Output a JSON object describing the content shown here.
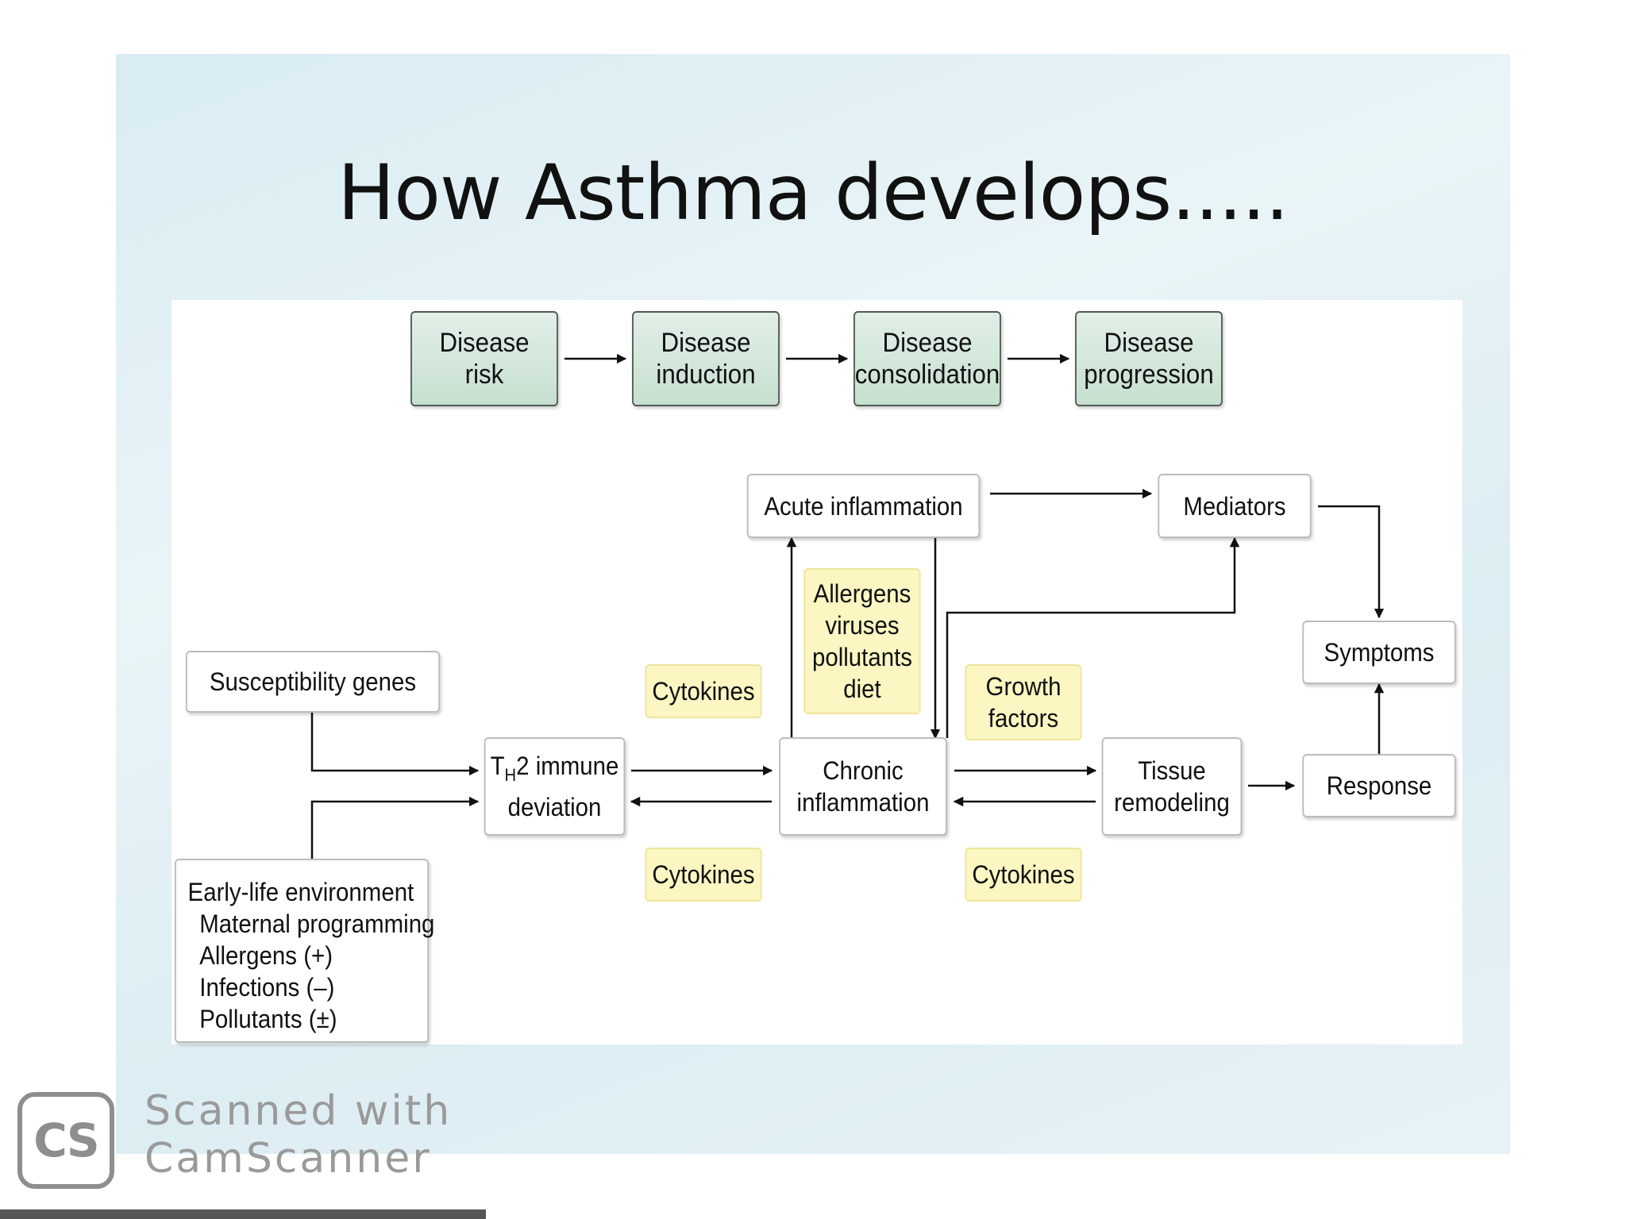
{
  "title": "How Asthma develops.....",
  "stages": [
    {
      "line1": "Disease",
      "line2": "risk"
    },
    {
      "line1": "Disease",
      "line2": "induction"
    },
    {
      "line1": "Disease",
      "line2": "consolidation"
    },
    {
      "line1": "Disease",
      "line2": "progression"
    }
  ],
  "nodes": {
    "acute_inflammation": "Acute inflammation",
    "mediators": "Mediators",
    "symptoms": "Symptoms",
    "response": "Response",
    "susceptibility_genes": "Susceptibility genes",
    "th2_immune_deviation": {
      "prefix": "T",
      "subscript": "H",
      "suffix": "2 immune",
      "line2": "deviation"
    },
    "chronic_inflammation": {
      "line1": "Chronic",
      "line2": "inflammation"
    },
    "tissue_remodeling": {
      "line1": "Tissue",
      "line2": "remodeling"
    },
    "early_life_environment": {
      "heading": "Early-life environment",
      "items": [
        "Maternal programming",
        "Allergens (+)",
        "Infections (–)",
        "Pollutants (±)"
      ]
    }
  },
  "factors": {
    "cytokines_top": "Cytokines",
    "cytokines_bottom_left": "Cytokines",
    "cytokines_bottom_right": "Cytokines",
    "triggers": [
      "Allergens",
      "viruses",
      "pollutants",
      "diet"
    ],
    "growth_factors": {
      "line1": "Growth",
      "line2": "factors"
    }
  },
  "watermark": {
    "logo": "CS",
    "line1": "Scanned with",
    "line2": "CamScanner"
  },
  "colors": {
    "stage_fill": "#c7e0d0",
    "factor_fill": "#fbf6c2",
    "arrow": "#111111"
  }
}
